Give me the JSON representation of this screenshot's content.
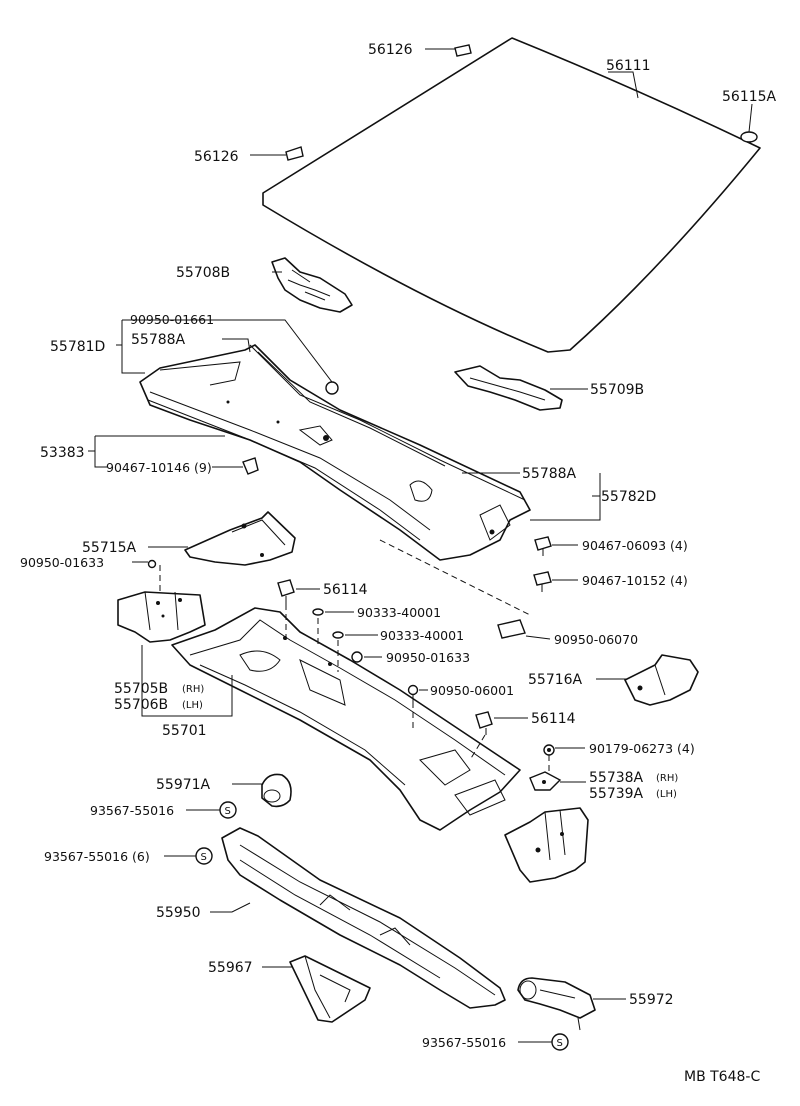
{
  "diagram": {
    "code": "MB T648-C",
    "labels": {
      "l56126a": "56126",
      "l56111": "56111",
      "l56115a": "56115A",
      "l56126b": "56126",
      "l55708b": "55708B",
      "l90950_01661": "90950-01661",
      "l55781d": "55781D",
      "l55788a_1": "55788A",
      "l55709b": "55709B",
      "l53383": "53383",
      "l90467_10146": "90467-10146 (9)",
      "l55788a_2": "55788A",
      "l55782d": "55782D",
      "l55715a": "55715A",
      "l90950_01633a": "90950-01633",
      "l90467_06093": "90467-06093 (4)",
      "l90467_10152": "90467-10152 (4)",
      "l56114a": "56114",
      "l90333_40001a": "90333-40001",
      "l90333_40001b": "90333-40001",
      "l90950_06070": "90950-06070",
      "l90950_01633b": "90950-01633",
      "l55716a": "55716A",
      "l55705b": "55705B",
      "l55705b_side": "(RH)",
      "l55706b": "55706B",
      "l55706b_side": "(LH)",
      "l90950_06001": "90950-06001",
      "l55701": "55701",
      "l56114b": "56114",
      "l90179_06273": "90179-06273 (4)",
      "l55971a": "55971A",
      "l55738a": "55738A",
      "l55738a_side": "(RH)",
      "l55739a": "55739A",
      "l55739a_side": "(LH)",
      "l93567_55016a": "93567-55016",
      "l93567_55016b": "93567-55016 (6)",
      "l55950": "55950",
      "l55967": "55967",
      "l55972": "55972",
      "l93567_55016c": "93567-55016",
      "s_glyph": "S"
    }
  }
}
